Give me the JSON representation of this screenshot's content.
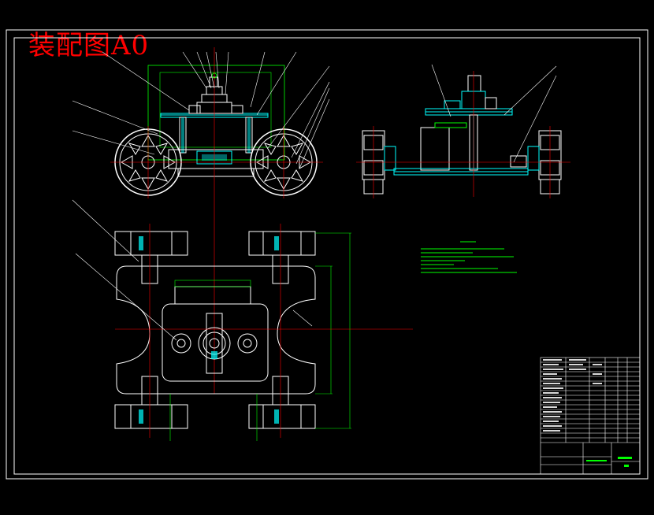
{
  "drawing": {
    "title": "装配图A0",
    "background": "#000000",
    "colors": {
      "outline": "#ffffff",
      "centerline": "#ff0000",
      "dimension": "#00ff00",
      "part": "#00ffff",
      "leader": "#ffffff",
      "notes": "#00ff00"
    },
    "views": [
      "front-view",
      "side-view",
      "top-view"
    ],
    "notes_block": "technical-requirements",
    "title_block": "parts-list-and-title-block"
  }
}
